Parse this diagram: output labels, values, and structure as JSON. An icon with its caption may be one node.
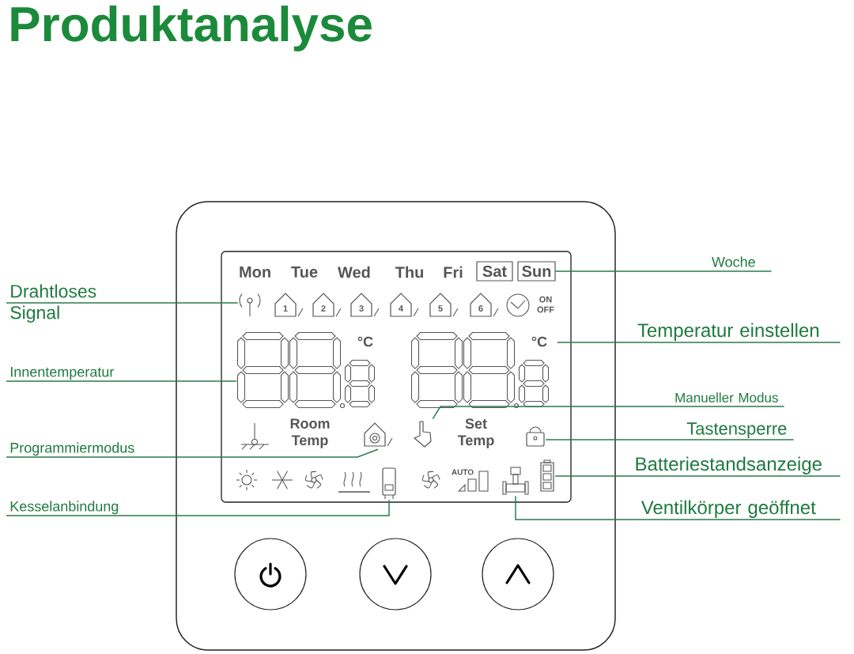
{
  "diagram": {
    "title": "Produktanalyse",
    "nodes": [
      {
        "text": [
          "Drahtloses Signal"
        ]
      },
      {
        "text": [
          "Innentemperatur"
        ]
      },
      {
        "text": [
          "Programmiermodus"
        ]
      },
      {
        "text": [
          "Kesselanbindung"
        ]
      },
      {
        "text": [
          "Woche"
        ]
      },
      {
        "text": [
          "Temperatur einstellen"
        ]
      },
      {
        "text": [
          "Manueller Modus"
        ]
      },
      {
        "text": [
          "Tastensperre"
        ]
      },
      {
        "text": [
          "Batteriestandsanzeige"
        ]
      },
      {
        "text": [
          "Ventilkörper geöffnet"
        ]
      },
      {
        "text": [
          "Sat"
        ]
      },
      {
        "text": [
          "Sun"
        ]
      },
      {
        "text": [],
        "shape": "picture"
      },
      {
        "text": [],
        "shape": "picture"
      },
      {
        "text": [],
        "shape": "picture"
      },
      {
        "text": [],
        "shape": "picture"
      },
      {
        "text": [],
        "shape": "picture"
      },
      {
        "text": [],
        "shape": "picture"
      },
      {
        "text": [],
        "shape": "picture"
      },
      {
        "text": [],
        "shape": "picture"
      },
      {
        "text": [],
        "shape": "picture"
      }
    ],
    "edges": [
      {
        "from": 0,
        "to": 12,
        "arrow": "none"
      },
      {
        "from": 1,
        "to": 13,
        "arrow": "none"
      },
      {
        "from": 2,
        "to": 14,
        "arrow": "none"
      },
      {
        "from": 3,
        "to": 15,
        "arrow": "none"
      },
      {
        "from": 4,
        "to": 11,
        "arrow": "none"
      },
      {
        "from": 5,
        "to": 16,
        "arrow": "none"
      },
      {
        "from": 6,
        "to": 17,
        "arrow": "none"
      },
      {
        "from": 7,
        "to": 18,
        "arrow": "none"
      },
      {
        "from": 8,
        "to": 19,
        "arrow": "none"
      },
      {
        "from": 9,
        "to": 20,
        "arrow": "none"
      }
    ],
    "labels": [
      "Mon",
      "Tue",
      "Wed",
      "Thu",
      "Fri",
      "1",
      "2",
      "3",
      "4",
      "5",
      "6",
      "ON OFF",
      "°C",
      "°C",
      "Room Temp",
      "Set Temp",
      "AUTO"
    ]
  }
}
